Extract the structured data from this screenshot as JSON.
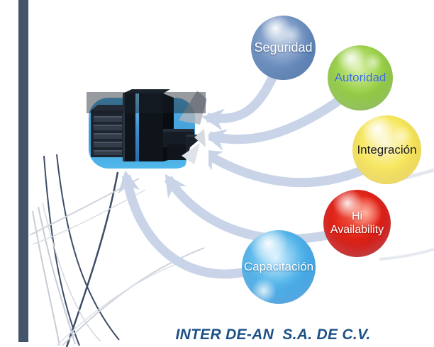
{
  "slide": {
    "title": "INTER DE-AN  S.A. DE C.V.",
    "title_color": "#1d5186"
  },
  "diagram": {
    "center_icon": "server-icon",
    "nodes": [
      {
        "label": "Seguridad",
        "color": "#4f7ab5",
        "text_color": "#ffffff"
      },
      {
        "label": "Autoridad",
        "color": "#8cc63f",
        "text_color": "#3a6bd8"
      },
      {
        "label": "Integración",
        "color": "#f2df3f",
        "text_color": "#1c1c1c"
      },
      {
        "label": "Hi Availability",
        "lines": [
          "Hi",
          "Availability"
        ],
        "color": "#d41111",
        "text_color": "#ffffff"
      },
      {
        "label": "Capacitación",
        "color": "#2f9de2",
        "text_color": "#ffffff"
      }
    ],
    "connector_color": "#c9d4e8"
  },
  "decor": {
    "left_bar_color": "#44546a",
    "grass_dark_color": "#3d4d66",
    "grass_light_color": "#c7ccd6"
  }
}
